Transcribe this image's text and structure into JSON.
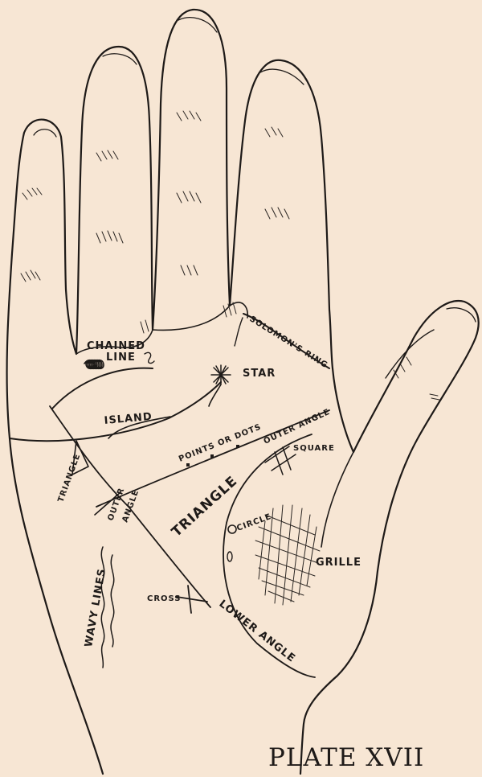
{
  "labels": {
    "chained_line": [
      "CHAINED",
      "LINE"
    ],
    "solomons_ring": "SOLOMON'S RING",
    "star": "STAR",
    "island": "ISLAND",
    "outer_angle_top": "OUTER ANGLE",
    "points_or_dots": "POINTS OR DOTS",
    "square": "SQUARE",
    "triangle_small": "TRIANGLE",
    "outer_angle_left": [
      "OUTER",
      "ANGLE"
    ],
    "triangle_large": "TRIANGLE",
    "circle": "CIRCLE",
    "grille": "GRILLE",
    "wavy_lines": "WAVY LINES",
    "cross": "CROSS",
    "lower_angle": "LOWER ANGLE"
  },
  "plate_title": "PLATE XVII"
}
